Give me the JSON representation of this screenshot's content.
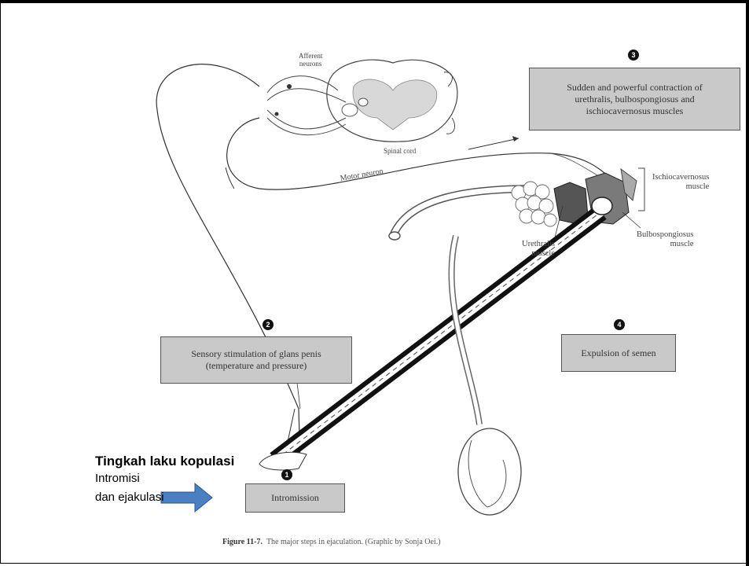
{
  "slide": {
    "heading": "Tingkah laku kopulasi",
    "line1": "Intromisi",
    "line2": "dan ejakulasi",
    "arrow_color": "#4a7fc1"
  },
  "figure": {
    "steps": [
      {
        "number": "1",
        "text": "Intromission"
      },
      {
        "number": "2",
        "text": "Sensory stimulation of glans penis\n(temperature and pressure)"
      },
      {
        "number": "3",
        "text": "Sudden and powerful contraction of\nurethralis, bulbospongiosus and\nischiocavernosus muscles"
      },
      {
        "number": "4",
        "text": "Expulsion of semen"
      }
    ],
    "labels": {
      "afferent": "Afferent\nneurons",
      "spinal_cord": "Spinal cord",
      "motor_neuron": "Motor neuron",
      "ischiocavernosus": "Ischiocavernosus\nmuscle",
      "bulbospongiosus": "Bulbospongiosus\nmuscle",
      "urethralis": "Urethralis\nmuscle"
    },
    "caption_label": "Figure 11-7.",
    "caption_text": "The major steps in ejaculation. (Graphic by Sonja Oei.)"
  }
}
